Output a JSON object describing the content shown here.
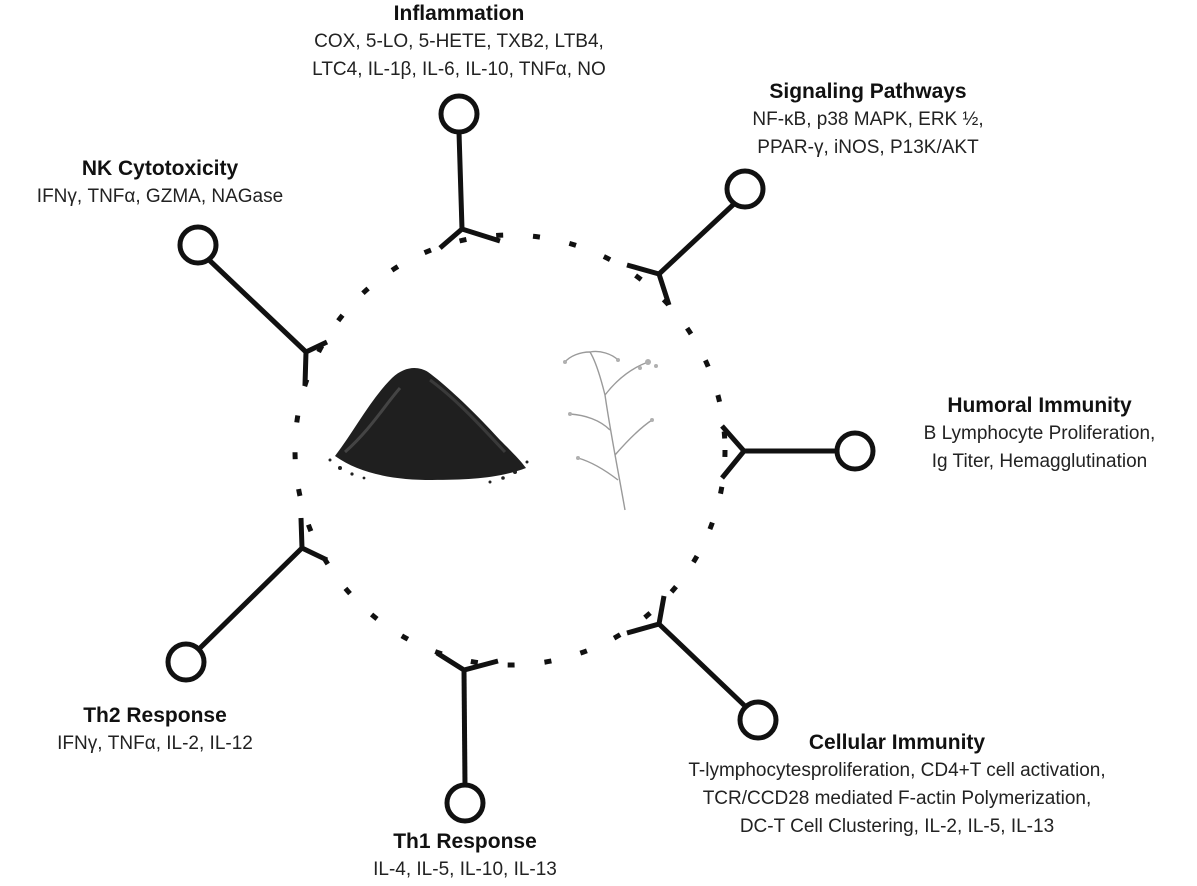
{
  "center": {
    "seed_pile": "black seeds (pile)",
    "plant": "plant sketch"
  },
  "nodes": [
    {
      "key": "inflammation",
      "title": "Inflammation",
      "lines": [
        "COX, 5-LO, 5-HETE, TXB2, LTB4,",
        "LTC4, IL-1β, IL-6, IL-10, TNFα, NO"
      ]
    },
    {
      "key": "signaling",
      "title": "Signaling Pathways",
      "lines": [
        "NF-κB, p38 MAPK, ERK ½,",
        "PPAR-γ, iNOS, P13K/AKT"
      ]
    },
    {
      "key": "nk",
      "title": "NK Cytotoxicity",
      "lines": [
        "IFNγ, TNFα, GZMA, NAGase"
      ]
    },
    {
      "key": "humoral",
      "title": "Humoral Immunity",
      "lines": [
        "B Lymphocyte Proliferation,",
        "Ig Titer, Hemagglutination"
      ]
    },
    {
      "key": "th2",
      "title": "Th2 Response",
      "lines": [
        "IFNγ, TNFα, IL-2, IL-12"
      ]
    },
    {
      "key": "cellular",
      "title": "Cellular Immunity",
      "lines": [
        "T-lymphocytesproliferation, CD4+T cell activation,",
        "TCR/CCD28 mediated F-actin Polymerization,",
        "DC-T Cell Clustering, IL-2, IL-5, IL-13"
      ]
    },
    {
      "key": "th1",
      "title": "Th1 Response",
      "lines": [
        "IL-4, IL-5, IL-10, IL-13"
      ]
    }
  ]
}
